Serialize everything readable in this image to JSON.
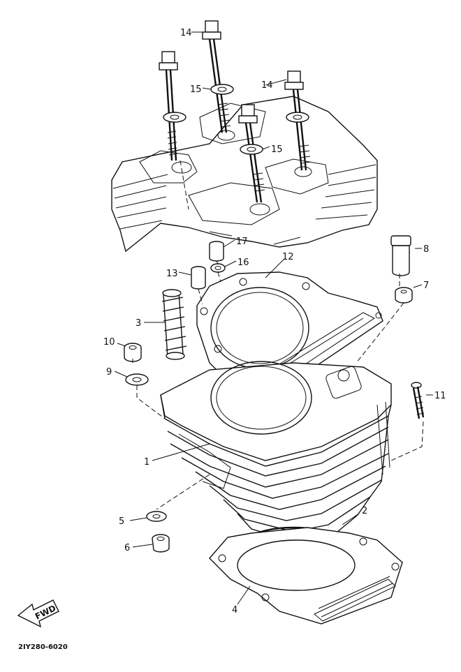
{
  "callouts": {
    "c1": "1",
    "c2": "2",
    "c3": "3",
    "c4": "4",
    "c5": "5",
    "c6": "6",
    "c7": "7",
    "c8": "8",
    "c9": "9",
    "c10": "10",
    "c11": "11",
    "c12": "12",
    "c13": "13",
    "c14a": "14",
    "c14b": "14",
    "c15a": "15",
    "c15b": "15",
    "c16": "16",
    "c17": "17"
  },
  "fwd_label": "FWD",
  "catalog_number": "2IY280-6020"
}
